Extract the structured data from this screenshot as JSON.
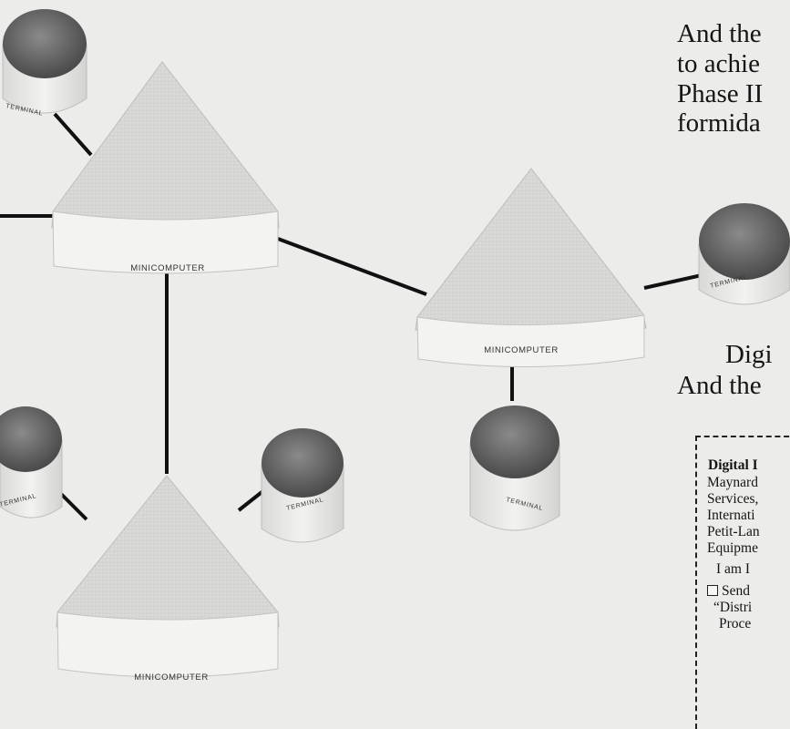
{
  "network": {
    "minicomputer_label": "MINICOMPUTER",
    "terminal_label": "TERMINAL"
  },
  "body_text": {
    "lines": [
      "And the",
      "to achie",
      "Phase II",
      "formida"
    ],
    "digital_lines": [
      "Digi",
      "And the"
    ]
  },
  "coupon": {
    "heading": "Digital I",
    "address_lines": [
      "Maynard",
      "Services,",
      "Internati",
      "Petit-Lan",
      "Equipme"
    ],
    "i_am_line": "I am I",
    "checkbox_label": "Send",
    "quote_lines": [
      "“Distri",
      "Proce"
    ]
  },
  "colors": {
    "page_background": "#ececea",
    "triangle_fill": "#d8d8d6",
    "base_fill": "#f4f4f2",
    "terminal_dark": "#5e5e5e",
    "link_line": "#111111"
  }
}
